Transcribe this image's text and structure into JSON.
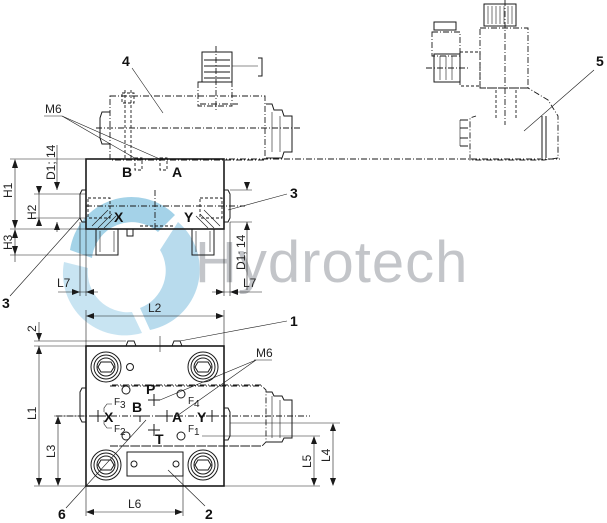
{
  "watermark": {
    "brand_text": "Hydrotech",
    "logo_color": "#5aaed6",
    "text_color": "#b9bcc0"
  },
  "callouts": {
    "c1": "1",
    "c2": "2",
    "c3_right": "3",
    "c3_left": "3",
    "c4": "4",
    "c5": "5",
    "c6": "6"
  },
  "side_view": {
    "thread_label_top": "M6",
    "ports": {
      "b": "B",
      "a": "A",
      "x": "X",
      "y": "Y"
    },
    "dims": {
      "h1": "H1",
      "h2": "H2",
      "h3": "H3",
      "d1_left": "D1; 14",
      "d1_right": "D1; 14",
      "l7_left": "L7",
      "l7_right": "L7"
    }
  },
  "top_view": {
    "thread_label": "M6",
    "ports": {
      "p": "P",
      "b": "B",
      "x": "X",
      "a": "A",
      "y": "Y",
      "t": "T"
    },
    "forces": {
      "f1": {
        "base": "F",
        "sub": "1"
      },
      "f2": {
        "base": "F",
        "sub": "2"
      },
      "f3": {
        "base": "F",
        "sub": "3"
      },
      "f4": {
        "base": "F",
        "sub": "4"
      }
    },
    "dims": {
      "two": "2",
      "l1": "L1",
      "l2": "L2",
      "l3": "L3",
      "l4": "L4",
      "l5": "L5",
      "l6": "L6"
    }
  }
}
